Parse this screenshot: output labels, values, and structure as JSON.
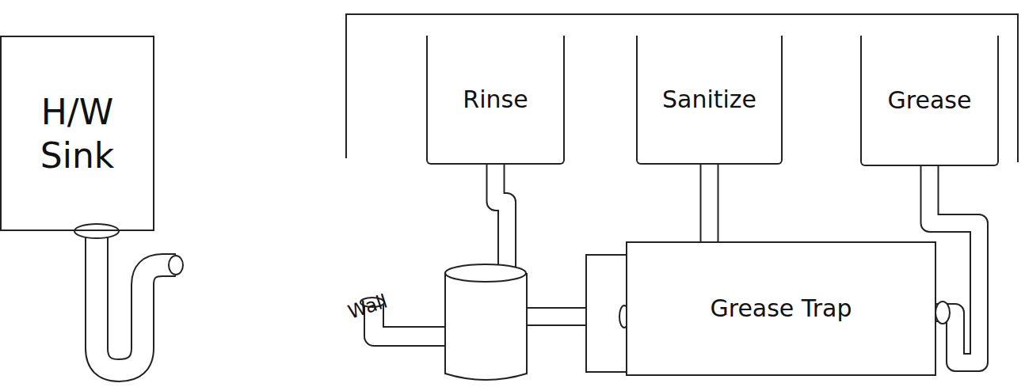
{
  "diagram": {
    "nodes": [
      {
        "text": [
          "H/W Sink"
        ]
      },
      {
        "text": [
          "Rinse"
        ]
      },
      {
        "text": [
          "Sanitize"
        ]
      },
      {
        "text": [
          "Grease"
        ]
      },
      {
        "text": [
          "Grease Trap"
        ]
      }
    ],
    "edges": [
      {
        "from": 1,
        "to": 4,
        "arrow": "none"
      },
      {
        "from": 2,
        "to": 4,
        "arrow": "none"
      },
      {
        "from": 3,
        "to": 4,
        "arrow": "none"
      }
    ],
    "labels": [
      "Wall"
    ]
  }
}
